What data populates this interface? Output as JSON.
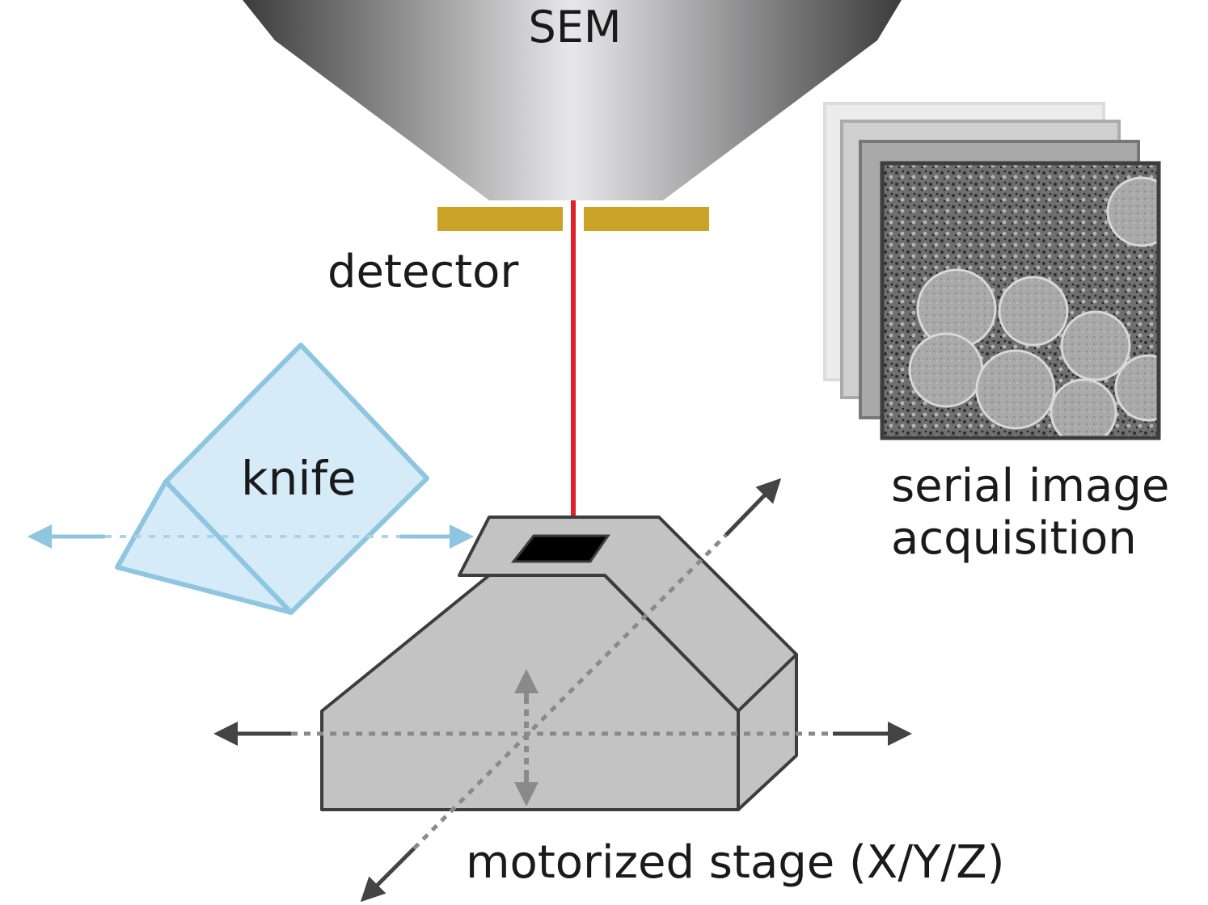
{
  "labels": {
    "sem": "SEM",
    "detector": "detector",
    "knife": "knife",
    "serial_line1": "serial image",
    "serial_line2": "acquisition",
    "stage": "motorized stage (X/Y/Z)"
  },
  "colors": {
    "sem_dark": "#3a3a3a",
    "sem_light": "#e6e6e8",
    "detector": "#c9a227",
    "beam": "#e0202a",
    "knife_fill": "#d6ebf8",
    "knife_stroke": "#8ec5e0",
    "stage_fill": "#c4c3c4",
    "stage_stroke": "#3d3d3d",
    "axis_dark": "#444444",
    "axis_dotted": "#8a8a8a"
  }
}
